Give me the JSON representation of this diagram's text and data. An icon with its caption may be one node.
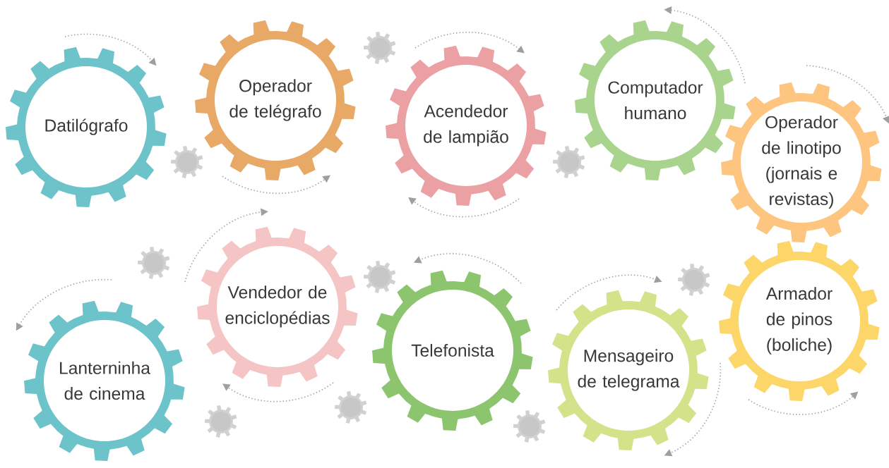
{
  "diagram": {
    "nodes": [
      {
        "text": [
          "Datilógrafo"
        ]
      },
      {
        "text": [
          "Operador de telégrafo"
        ]
      },
      {
        "text": [
          "Acendedor de lampião"
        ]
      },
      {
        "text": [
          "Computador humano"
        ]
      },
      {
        "text": [
          "Operador de linotipo (jornais e revistas)"
        ]
      },
      {
        "text": [
          "Lanterninha de cinema"
        ]
      },
      {
        "text": [
          "Vendedor de enciclopédias"
        ]
      },
      {
        "text": [
          "Telefonista"
        ]
      },
      {
        "text": [
          "Mensageiro de telegrama"
        ]
      },
      {
        "text": [
          "Armador de pinos (boliche)"
        ]
      },
      {
        "text": [],
        "shape": "gear"
      },
      {
        "text": [],
        "shape": "gear"
      },
      {
        "text": [],
        "shape": "gear"
      },
      {
        "text": [],
        "shape": "gear"
      },
      {
        "text": [],
        "shape": "gear"
      },
      {
        "text": [],
        "shape": "gear"
      },
      {
        "text": [],
        "shape": "gear"
      },
      {
        "text": [],
        "shape": "gear"
      },
      {
        "text": [],
        "shape": "gear"
      }
    ]
  }
}
